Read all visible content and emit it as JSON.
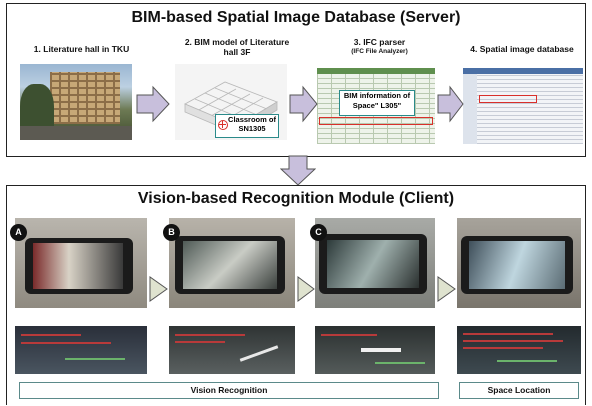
{
  "server": {
    "title": "BIM-based Spatial Image Database (Server)",
    "steps": [
      {
        "label": "1. Literature hall in TKU",
        "sub": ""
      },
      {
        "label": "2. BIM model of Literature hall 3F",
        "sub": ""
      },
      {
        "label": "3. IFC parser",
        "sub": "(IFC File Analyzer)"
      },
      {
        "label": "4. Spatial image database",
        "sub": ""
      }
    ],
    "bim_callout": "Classroom of SN1305",
    "ifc_callout": "BIM information of Space\" L305\""
  },
  "client": {
    "title": "Vision-based Recognition Module (Client)",
    "badges": [
      "A",
      "B",
      "C"
    ],
    "vision_label": "Vision Recognition",
    "space_label": "Space Location"
  },
  "colors": {
    "arrow_fill": "#c8bfdc",
    "arrow_stroke": "#555555",
    "highlight": "#d9302b",
    "label_border": "#5b8a8a"
  }
}
